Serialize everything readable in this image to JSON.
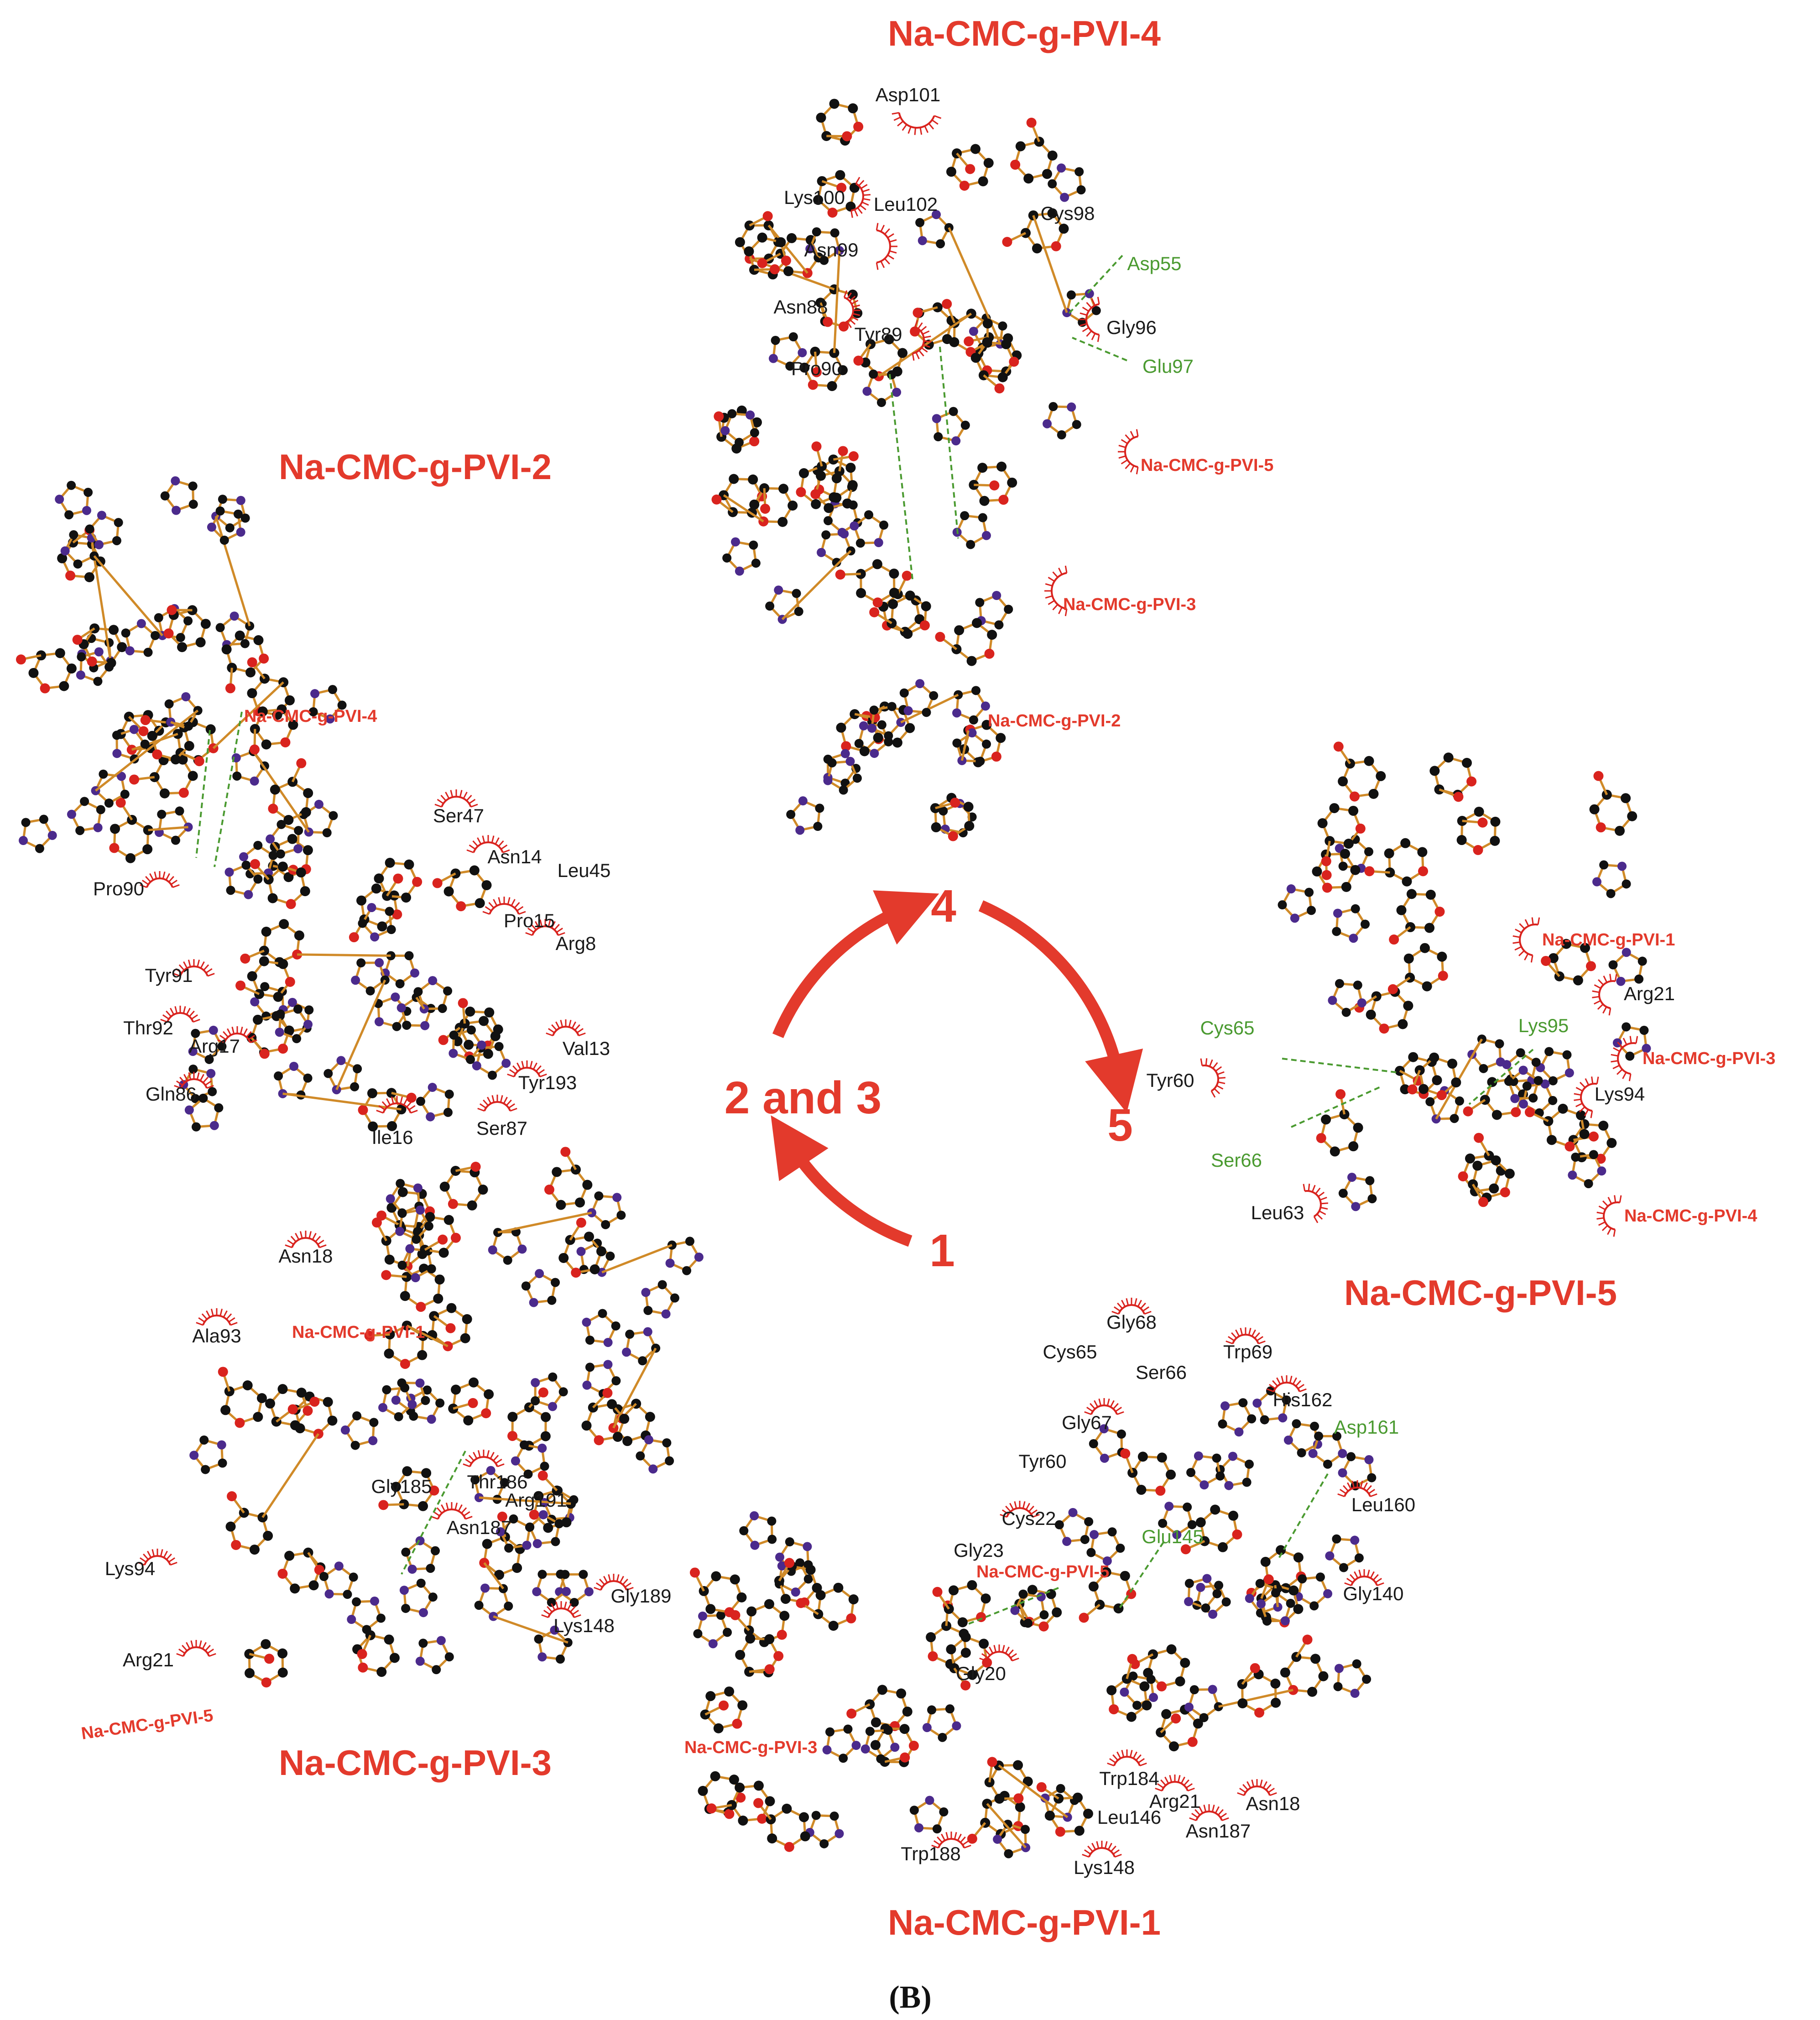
{
  "colors": {
    "accent": "#e33a2c",
    "hbond": "#4a9a30",
    "atom_carbon": "#111111",
    "atom_oxygen": "#d9231e",
    "atom_nitrogen": "#4b2a8c",
    "atom_sulfur": "#e6d21a",
    "bond": "#d08a28"
  },
  "caption": "(B)",
  "cycle": {
    "steps": [
      "4",
      "5",
      "1",
      "2 and 3"
    ]
  },
  "panels": {
    "pvi4": {
      "title": "Na-CMC-g-PVI-4",
      "residues": [
        "Asp101",
        "Lys100",
        "Leu102",
        "Cys98",
        "Asn99",
        "Asn88",
        "Tyr89",
        "Gly96",
        "Pro90"
      ],
      "hbond_residues": [
        "Asp55",
        "Glu97"
      ],
      "ligands": [
        "Na-CMC-g-PVI-5",
        "Na-CMC-g-PVI-3",
        "Na-CMC-g-PVI-2"
      ]
    },
    "pvi2": {
      "title": "Na-CMC-g-PVI-2",
      "residues": [
        "Ser47",
        "Asn14",
        "Leu45",
        "Pro90",
        "Pro15",
        "Arg8",
        "Tyr91",
        "Thr92",
        "Arg17",
        "Val13",
        "Tyr193",
        "Gln86",
        "Ile16",
        "Ser87"
      ],
      "ligands": [
        "Na-CMC-g-PVI-4"
      ]
    },
    "pvi5": {
      "title": "Na-CMC-g-PVI-5",
      "residues": [
        "Arg21",
        "Tyr60",
        "Lys94",
        "Leu63"
      ],
      "hbond_residues": [
        "Cys65",
        "Lys95",
        "Ser66"
      ],
      "ligands": [
        "Na-CMC-g-PVI-1",
        "Na-CMC-g-PVI-3",
        "Na-CMC-g-PVI-4"
      ]
    },
    "pvi3": {
      "title": "Na-CMC-g-PVI-3",
      "residues": [
        "Asn18",
        "Ala93",
        "Gly185",
        "Thr186",
        "Arg191",
        "Asn187",
        "Lys94",
        "Gly189",
        "Lys148",
        "Arg21"
      ],
      "ligands": [
        "Na-CMC-g-PVI-1",
        "Na-CMC-g-PVI-5"
      ]
    },
    "pvi1": {
      "title": "Na-CMC-g-PVI-1",
      "residues": [
        "Gly68",
        "Cys65",
        "Trp69",
        "Ser66",
        "His162",
        "Gly67",
        "Tyr60",
        "Leu160",
        "Cys22",
        "Gly23",
        "Gly140",
        "Gly20",
        "Trp184",
        "Arg21",
        "Asn18",
        "Leu146",
        "Asn187",
        "Trp188",
        "Lys148"
      ],
      "hbond_residues": [
        "Asp161",
        "Glu145"
      ],
      "ligands": [
        "Na-CMC-g-PVI-5",
        "Na-CMC-g-PVI-3"
      ]
    }
  }
}
